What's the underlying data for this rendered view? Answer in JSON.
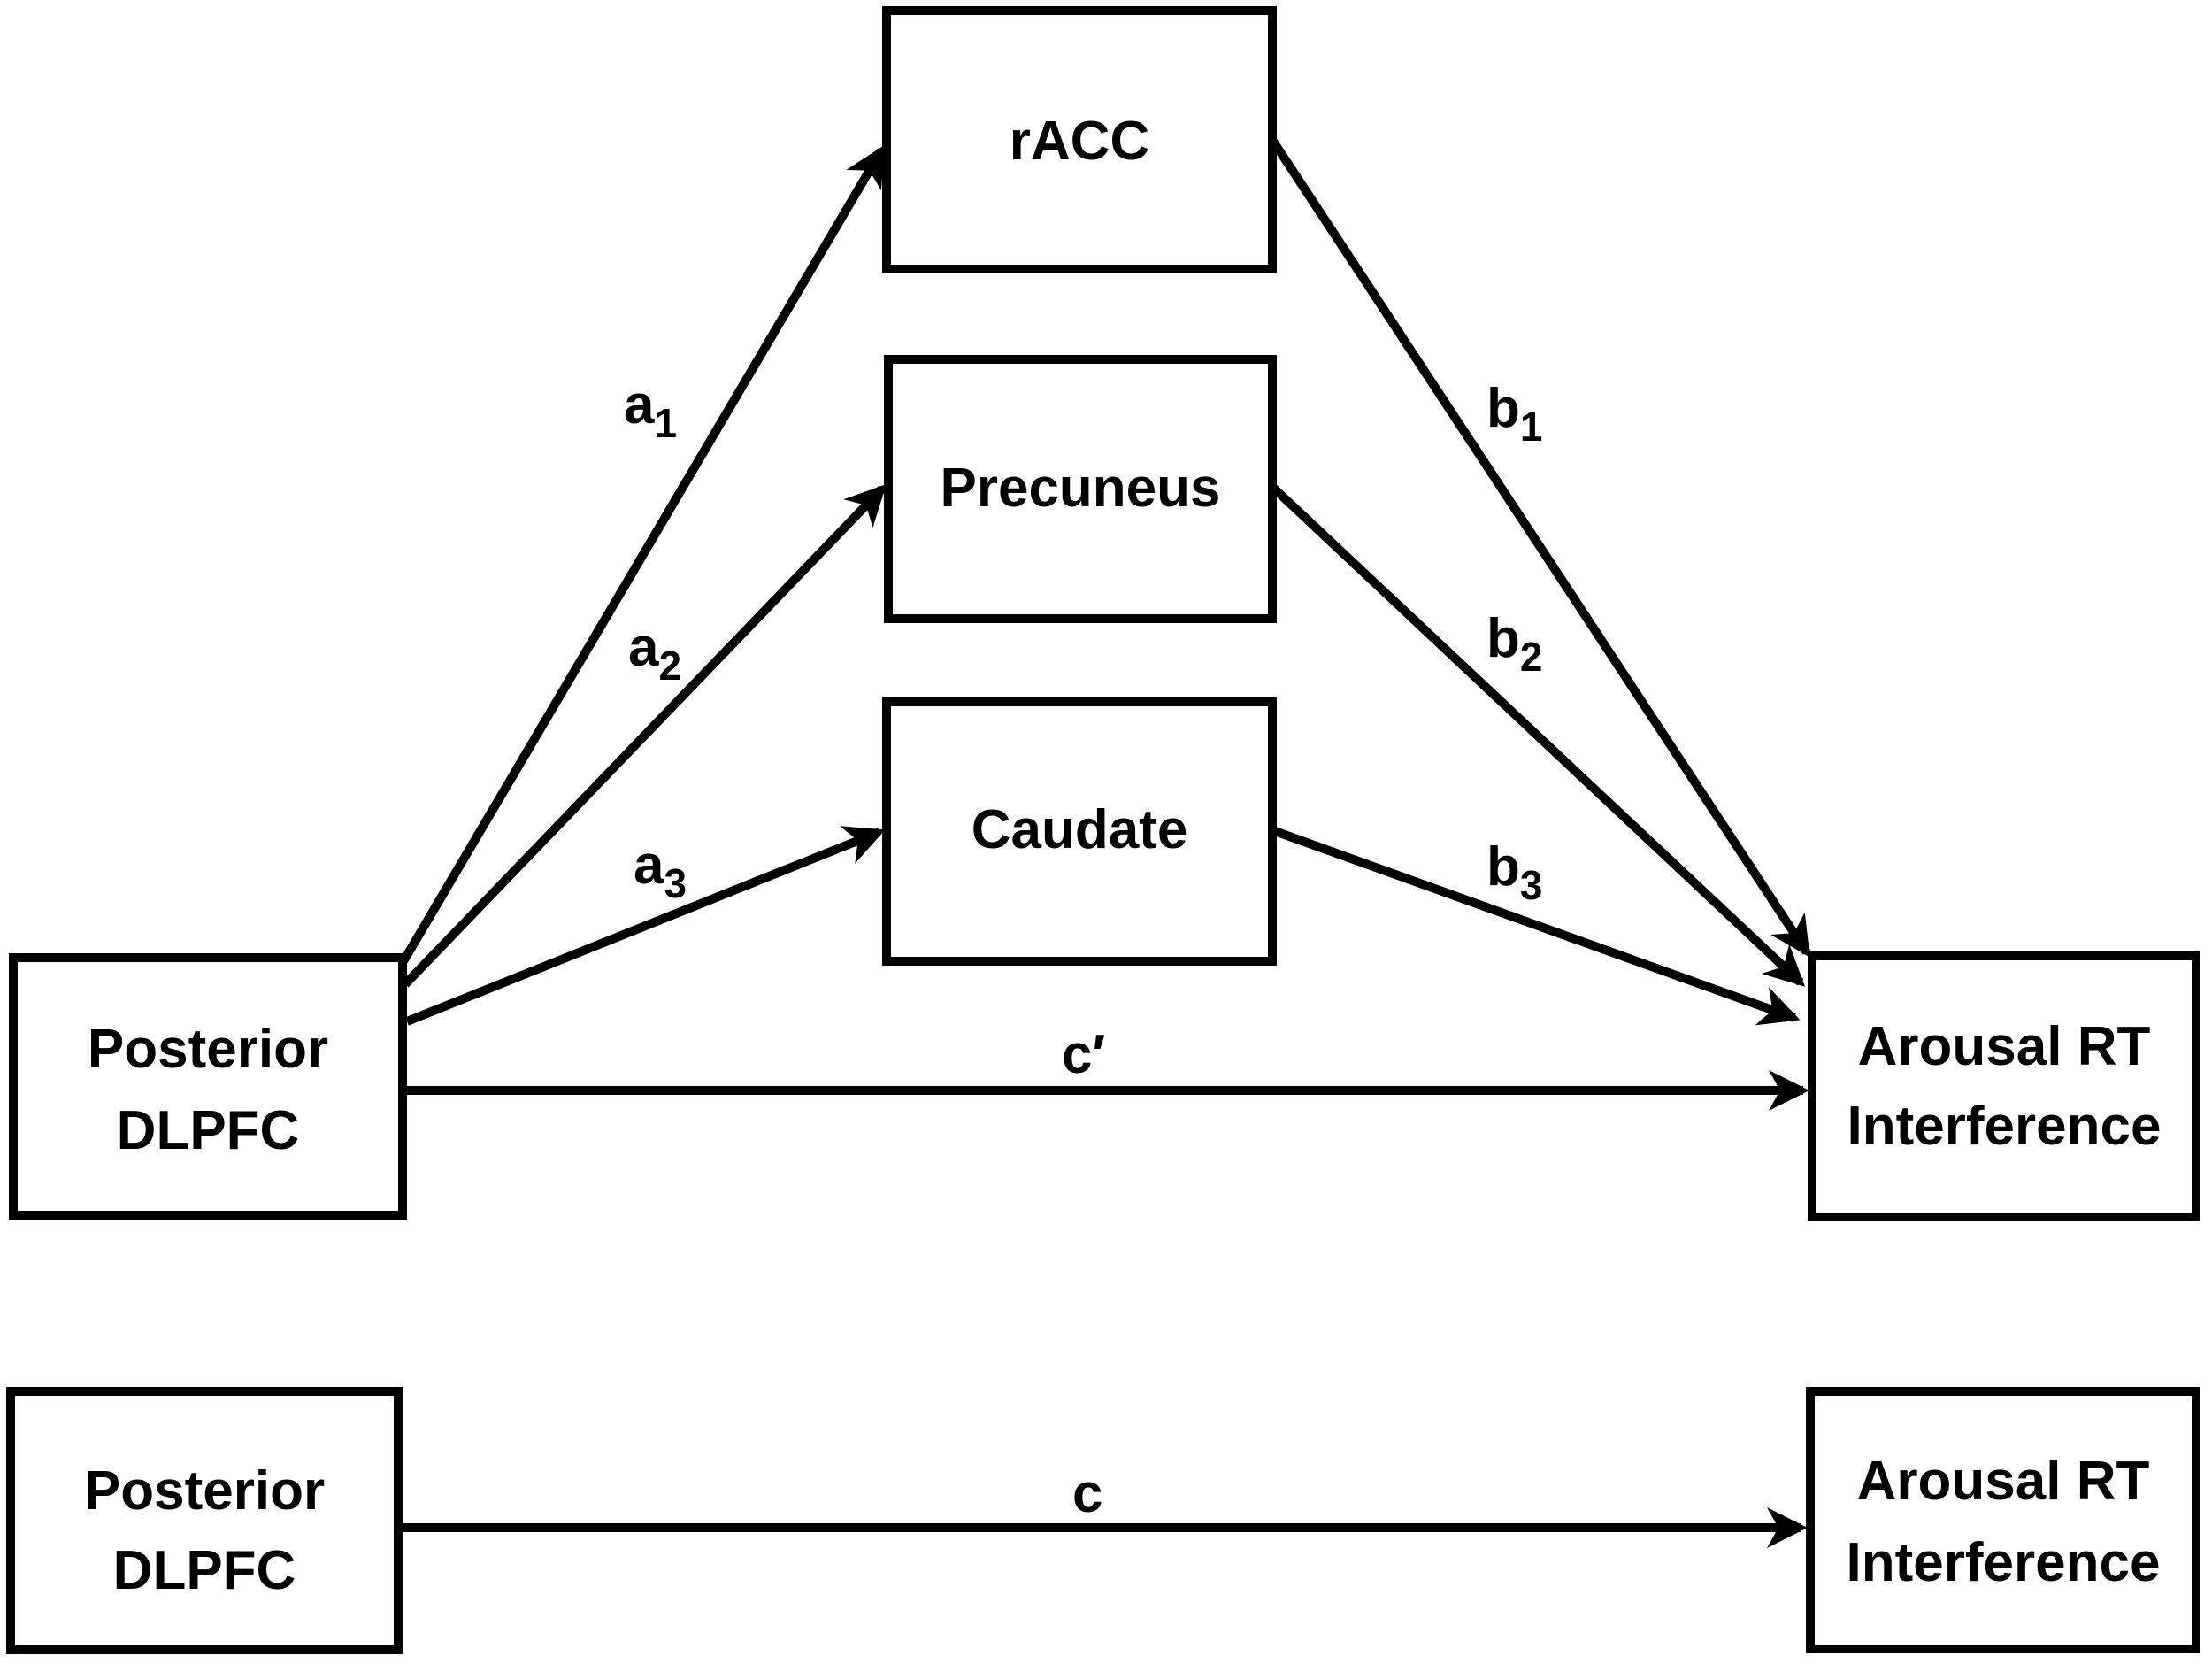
{
  "colors": {
    "line": "#000000",
    "background": "#ffffff"
  },
  "top_model": {
    "predictor": {
      "line1": "Posterior",
      "line2": "DLPFC"
    },
    "mediators": {
      "racc": {
        "label": "rACC"
      },
      "precuneus": {
        "label": "Precuneus"
      },
      "caudate": {
        "label": "Caudate"
      }
    },
    "outcome": {
      "line1": "Arousal RT",
      "line2": "Interference"
    },
    "paths": {
      "a1": {
        "base": "a",
        "sub": "1"
      },
      "a2": {
        "base": "a",
        "sub": "2"
      },
      "a3": {
        "base": "a",
        "sub": "3"
      },
      "b1": {
        "base": "b",
        "sub": "1"
      },
      "b2": {
        "base": "b",
        "sub": "2"
      },
      "b3": {
        "base": "b",
        "sub": "3"
      },
      "c_prime": {
        "label": "c′"
      }
    }
  },
  "bottom_model": {
    "predictor": {
      "line1": "Posterior",
      "line2": "DLPFC"
    },
    "outcome": {
      "line1": "Arousal RT",
      "line2": "Interference"
    },
    "paths": {
      "c": {
        "label": "c"
      }
    }
  }
}
